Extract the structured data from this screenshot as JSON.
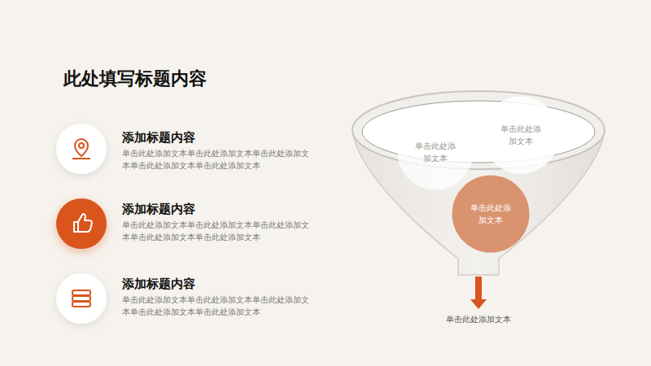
{
  "diagram": {
    "title": "此处填写标题内容",
    "nodes": [
      {
        "text": [
          "单击此处添加文本"
        ]
      },
      {
        "text": [
          "单击此处添加文本"
        ]
      },
      {
        "text": [
          "单击此处添加文本"
        ]
      }
    ],
    "labels": [
      "添加标题内容",
      "单击此处添加文本单击此处添加文本单击此处添加文本单击此处添加文本单击此处添加文本",
      "添加标题内容",
      "单击此处添加文本单击此处添加文本单击此处添加文本单击此处添加文本单击此处添加文本",
      "添加标题内容",
      "单击此处添加文本单击此处添加文本单击此处添加文本单击此处添加文本单击此处添加文本",
      "单击此处添加文本"
    ]
  }
}
